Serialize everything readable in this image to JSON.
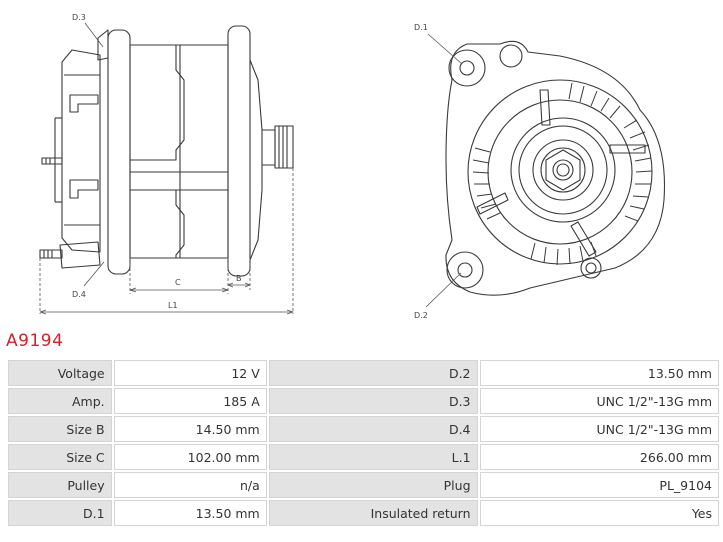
{
  "drawing": {
    "labels": {
      "d3": "D.3",
      "d4": "D.4",
      "c": "C",
      "b": "B",
      "l1": "L1",
      "d1": "D.1",
      "d2": "D.2"
    }
  },
  "part_number": "A9194",
  "specs": {
    "rows": [
      {
        "left_label": "Voltage",
        "left_value": "12 V",
        "right_label": "D.2",
        "right_value": "13.50 mm"
      },
      {
        "left_label": "Amp.",
        "left_value": "185 A",
        "right_label": "D.3",
        "right_value": "UNC 1/2\"-13G mm"
      },
      {
        "left_label": "Size B",
        "left_value": "14.50 mm",
        "right_label": "D.4",
        "right_value": "UNC 1/2\"-13G mm"
      },
      {
        "left_label": "Size C",
        "left_value": "102.00 mm",
        "right_label": "L.1",
        "right_value": "266.00 mm"
      },
      {
        "left_label": "Pulley",
        "left_value": "n/a",
        "right_label": "Plug",
        "right_value": "PL_9104"
      },
      {
        "left_label": "D.1",
        "left_value": "13.50 mm",
        "right_label": "Insulated return",
        "right_value": "Yes"
      }
    ]
  }
}
